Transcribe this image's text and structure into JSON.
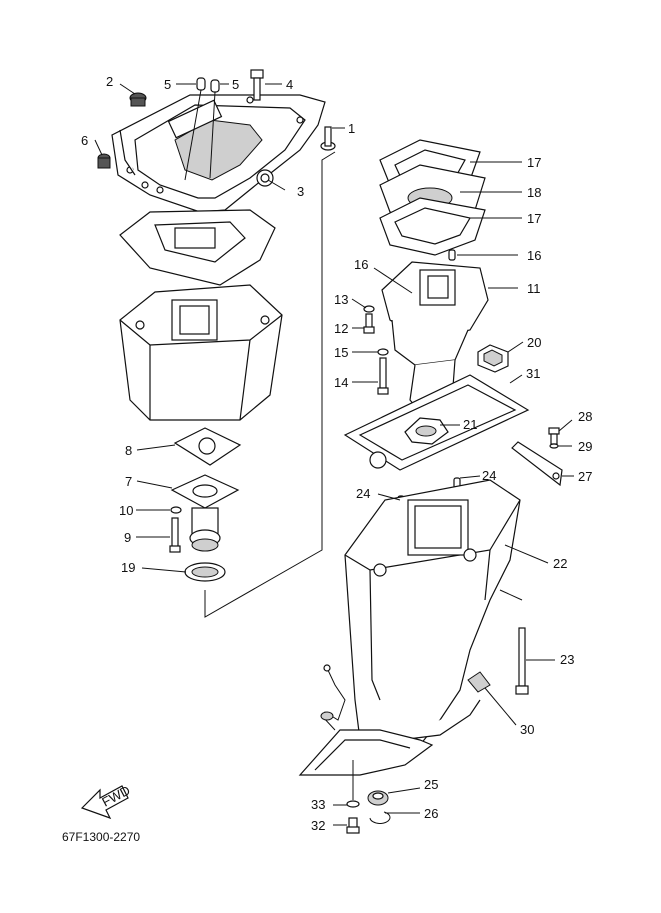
{
  "diagram": {
    "code": "67F1300-2270",
    "fwd_label": "FWD",
    "callouts": [
      {
        "id": "c1",
        "label": "1"
      },
      {
        "id": "c2",
        "label": "2"
      },
      {
        "id": "c3",
        "label": "3"
      },
      {
        "id": "c4",
        "label": "4"
      },
      {
        "id": "c5a",
        "label": "5"
      },
      {
        "id": "c5b",
        "label": "5"
      },
      {
        "id": "c6",
        "label": "6"
      },
      {
        "id": "c7",
        "label": "7"
      },
      {
        "id": "c8",
        "label": "8"
      },
      {
        "id": "c9",
        "label": "9"
      },
      {
        "id": "c10",
        "label": "10"
      },
      {
        "id": "c11",
        "label": "11"
      },
      {
        "id": "c12",
        "label": "12"
      },
      {
        "id": "c13",
        "label": "13"
      },
      {
        "id": "c14",
        "label": "14"
      },
      {
        "id": "c15",
        "label": "15"
      },
      {
        "id": "c16a",
        "label": "16"
      },
      {
        "id": "c16b",
        "label": "16"
      },
      {
        "id": "c17a",
        "label": "17"
      },
      {
        "id": "c17b",
        "label": "17"
      },
      {
        "id": "c18",
        "label": "18"
      },
      {
        "id": "c19",
        "label": "19"
      },
      {
        "id": "c20",
        "label": "20"
      },
      {
        "id": "c21",
        "label": "21"
      },
      {
        "id": "c22",
        "label": "22"
      },
      {
        "id": "c23",
        "label": "23"
      },
      {
        "id": "c24a",
        "label": "24"
      },
      {
        "id": "c24b",
        "label": "24"
      },
      {
        "id": "c25",
        "label": "25"
      },
      {
        "id": "c26",
        "label": "26"
      },
      {
        "id": "c27",
        "label": "27"
      },
      {
        "id": "c28",
        "label": "28"
      },
      {
        "id": "c29",
        "label": "29"
      },
      {
        "id": "c30",
        "label": "30"
      },
      {
        "id": "c31",
        "label": "31"
      },
      {
        "id": "c32",
        "label": "32"
      },
      {
        "id": "c33",
        "label": "33"
      }
    ]
  }
}
